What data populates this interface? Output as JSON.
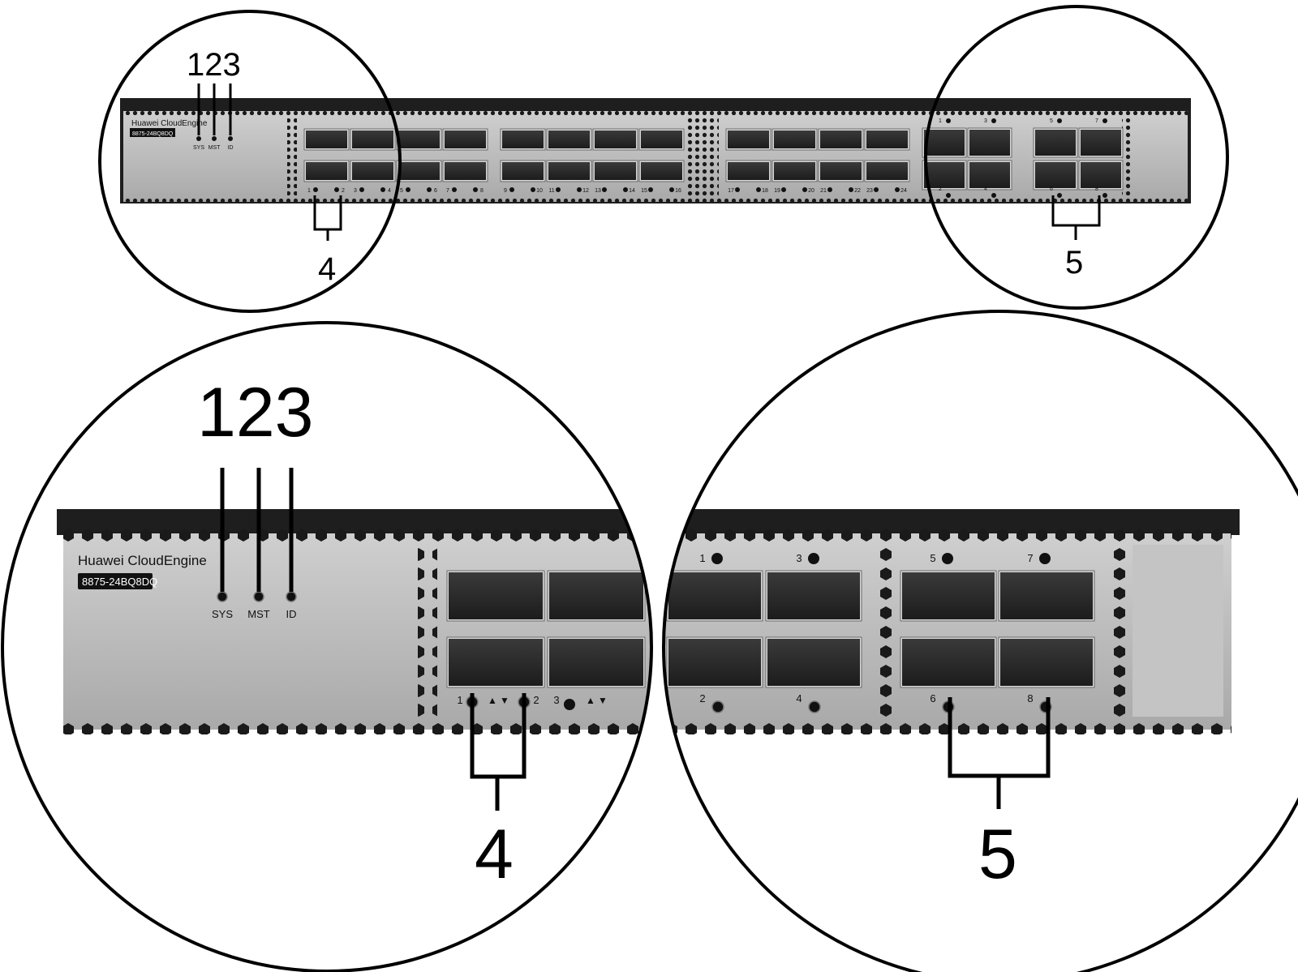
{
  "device": {
    "brand_text": "Huawei CloudEngine",
    "model_text": "8875-24BQ8DQ",
    "indicators": [
      "SYS",
      "MST",
      "ID"
    ]
  },
  "callouts": {
    "top_group_123": "123",
    "top_4": "4",
    "top_5": "5",
    "zoom_group_123": "123",
    "zoom_4": "4",
    "zoom_5": "5"
  },
  "port_labels": {
    "sfp_top": [
      "1",
      "3",
      "5",
      "7",
      "9",
      "11",
      "13",
      "15",
      "17",
      "19",
      "21",
      "23"
    ],
    "sfp_bottom": [
      "2",
      "4",
      "6",
      "8",
      "10",
      "12",
      "14",
      "16",
      "18",
      "20",
      "22",
      "24"
    ],
    "qsfp_top": [
      "1",
      "3",
      "5",
      "7"
    ],
    "qsfp_bottom": [
      "2",
      "4",
      "6",
      "8"
    ],
    "zoom_left_port_numbers": [
      "1",
      "2",
      "3"
    ],
    "zoom_right_top": [
      "1",
      "3",
      "5",
      "7"
    ],
    "zoom_right_bottom": [
      "2",
      "4",
      "6",
      "8"
    ]
  },
  "colors": {
    "panel_fill": "#bdbdbd",
    "chassis_dark": "#1e1e1e",
    "port_fill": "#2b2b2b",
    "line": "#000000",
    "background": "#ffffff"
  }
}
